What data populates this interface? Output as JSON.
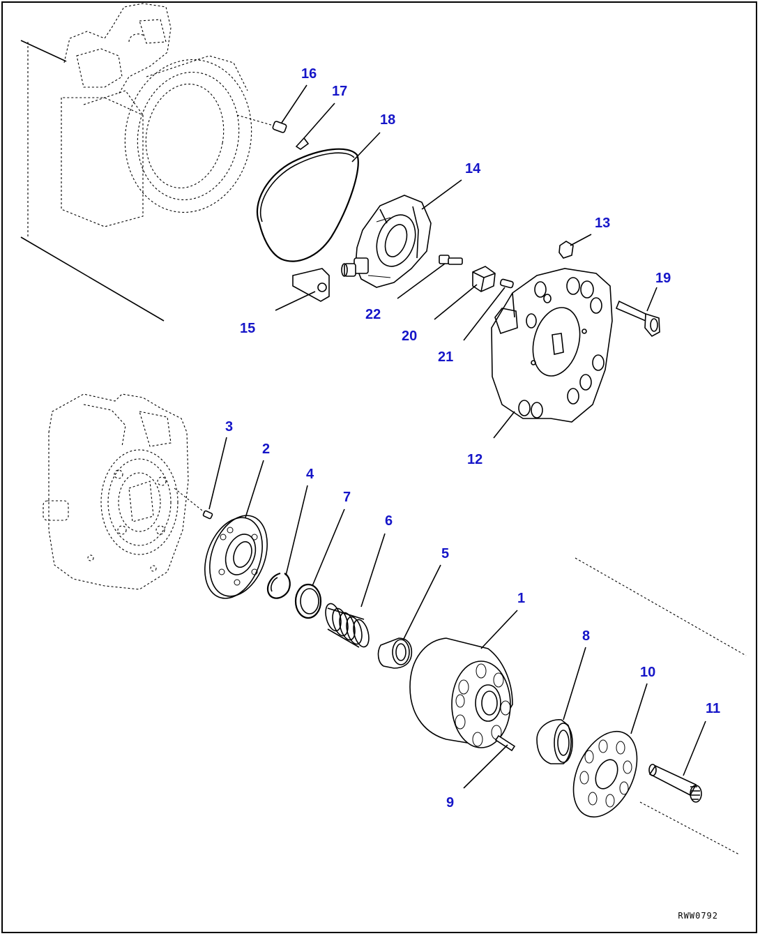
{
  "drawing_code": "RWW0792",
  "callout_color": "#1515c8",
  "callouts": [
    "1",
    "2",
    "3",
    "4",
    "5",
    "6",
    "7",
    "8",
    "9",
    "10",
    "11",
    "12",
    "13",
    "14",
    "15",
    "16",
    "17",
    "18",
    "19",
    "20",
    "21",
    "22"
  ]
}
